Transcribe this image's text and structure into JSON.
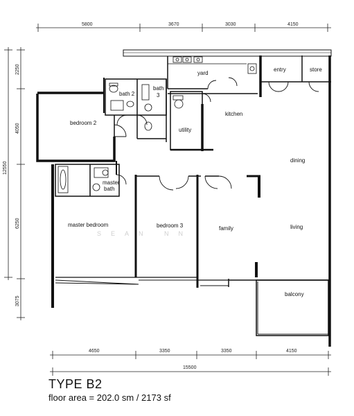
{
  "title": "TYPE B2",
  "subtitle": "floor area = 202.0 sm / 2173 sf",
  "watermark": "SEAN  NN",
  "rooms": {
    "bedroom2": "bedroom 2",
    "bath2": "bath 2",
    "bath3_line1": "bath",
    "bath3_line2": "3",
    "yard": "yard",
    "entry": "entry",
    "store": "store",
    "kitchen": "kitchen",
    "utility": "utility",
    "dining": "dining",
    "master_bath_line1": "master",
    "master_bath_line2": "bath",
    "master_bedroom": "master bedroom",
    "bedroom3": "bedroom 3",
    "family": "family",
    "living": "living",
    "balcony": "balcony"
  },
  "dimensions": {
    "top": [
      "5800",
      "3670",
      "3030",
      "4150"
    ],
    "bottom": [
      "4650",
      "3350",
      "3350",
      "4150"
    ],
    "bottom_total": "15500",
    "left": [
      "2250",
      "4050",
      "6250",
      "3075"
    ],
    "left_total": "12550"
  }
}
